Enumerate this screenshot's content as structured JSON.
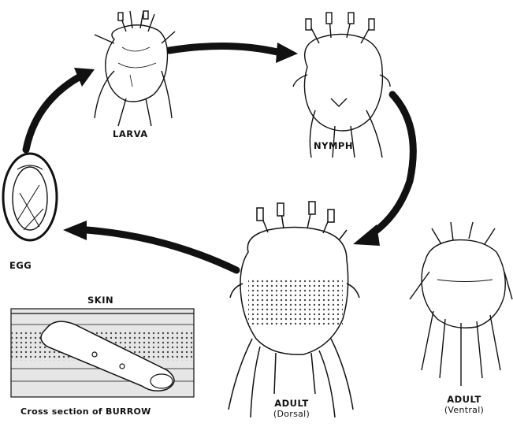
{
  "labels": {
    "larva": "LARVA",
    "nymph": "NYMPH",
    "egg": "EGG",
    "skin": "SKIN",
    "burrow": "Cross section of BURROW",
    "adult_dorsal": "ADULT",
    "adult_dorsal_sub": "(Dorsal)",
    "adult_ventral": "ADULT",
    "adult_ventral_sub": "(Ventral)"
  },
  "colors": {
    "ink": "#111111",
    "background": "#ffffff",
    "skin_shade": "#e6e6e6"
  }
}
